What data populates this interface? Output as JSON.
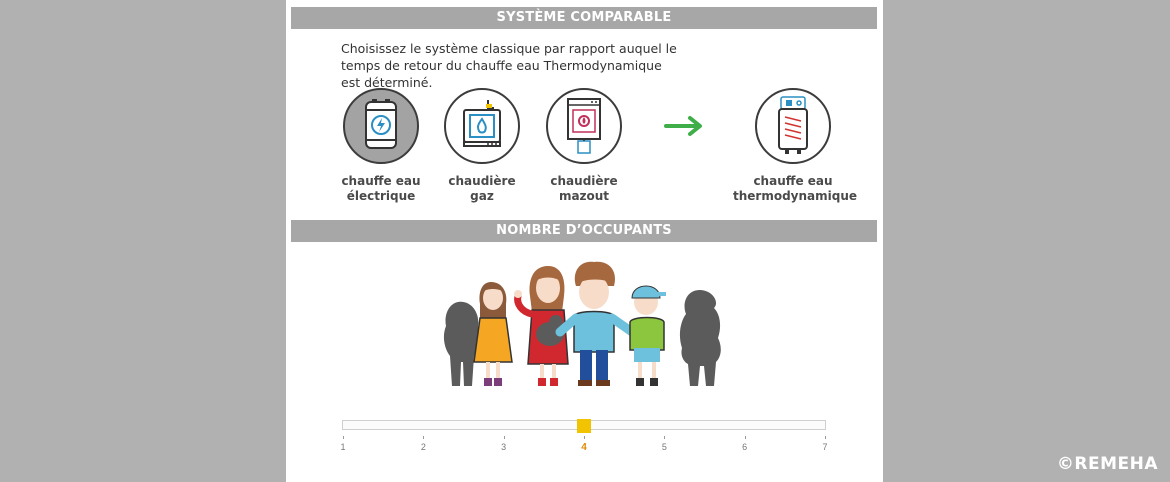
{
  "sections": {
    "system_title": "SYSTÈME COMPARABLE",
    "occupants_title": "NOMBRE D’OCCUPANTS"
  },
  "intro_text": "Choisissez le système classique par rapport auquel le temps de retour du chauffe eau Thermodynamique est déterminé.",
  "systems": [
    {
      "line1": "chauffe eau",
      "line2": "électrique",
      "icon": "electric-water-heater-icon",
      "selected": true
    },
    {
      "line1": "chaudière",
      "line2": "gaz",
      "icon": "gas-boiler-icon",
      "selected": false
    },
    {
      "line1": "chaudière",
      "line2": "mazout",
      "icon": "oil-boiler-icon",
      "selected": false
    }
  ],
  "target": {
    "line1": "chauffe eau",
    "line2": "thermodynamique",
    "icon": "thermodynamic-water-heater-icon"
  },
  "occupants": {
    "value": 4,
    "ticks": [
      "1",
      "2",
      "3",
      "4",
      "5",
      "6",
      "7"
    ]
  },
  "colors": {
    "accent_green": "#3fae49",
    "slider_thumb": "#f2c300",
    "active_tick": "#e08a00",
    "section_bar": "#a7a7a7"
  },
  "watermark": "©REMEHA"
}
